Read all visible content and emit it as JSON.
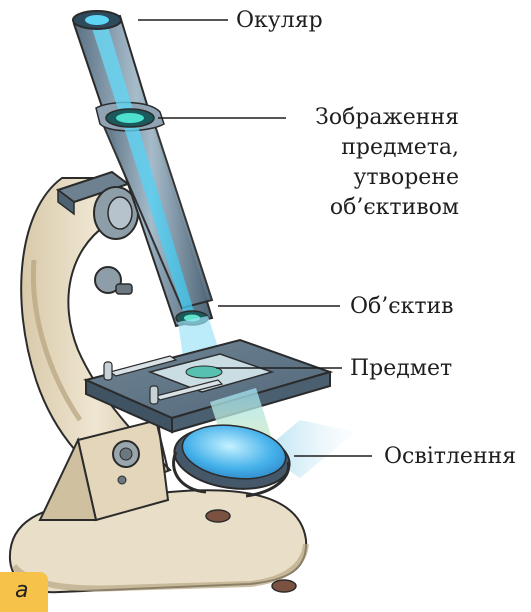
{
  "labels": {
    "eyepiece": "Окуляр",
    "image_line1": "Зображення",
    "image_line2": "предмета,",
    "image_line3": "утворене",
    "image_line4": "об’єктивом",
    "objective": "Об’єктив",
    "object": "Предмет",
    "illumination": "Освітлення"
  },
  "panel_letter": "а",
  "colors": {
    "body": "#e8dcc3",
    "body_shadow": "#c9b99a",
    "tube": "#7f99ad",
    "tube_dark": "#5a7183",
    "stage": "#5d7282",
    "light_beam": "#56d6f4",
    "mirror": "#3fa7e6",
    "tag": "#f7c24a"
  }
}
